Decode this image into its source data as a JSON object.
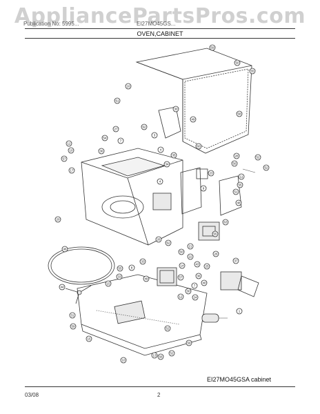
{
  "watermark": "AppliancePartsPros.com",
  "header": {
    "left": "Publication No: 5995...",
    "right": "EI27MO45GS...",
    "section_title": "OVEN,CABINET"
  },
  "diagram": {
    "model_caption": "EI27MO45GSA cabinet",
    "callouts": [
      "59",
      "50",
      "55",
      "16",
      "61",
      "30",
      "49",
      "58",
      "27",
      "62",
      "60",
      "12",
      "54",
      "7",
      "3",
      "10",
      "57",
      "36",
      "4",
      "35",
      "28",
      "52",
      "56",
      "52",
      "17",
      "34",
      "23",
      "11",
      "4",
      "55",
      "9",
      "51",
      "48",
      "20",
      "63",
      "55",
      "26",
      "62",
      "21",
      "46",
      "50",
      "22",
      "26",
      "37",
      "33",
      "14",
      "43",
      "25",
      "55",
      "8",
      "49",
      "33",
      "57",
      "36",
      "40",
      "7",
      "30",
      "12",
      "15",
      "44",
      "24",
      "1",
      "31",
      "59",
      "52",
      "15",
      "59",
      "52",
      "13",
      "56",
      "10"
    ]
  },
  "footer": {
    "date": "03/08",
    "page": "2"
  }
}
